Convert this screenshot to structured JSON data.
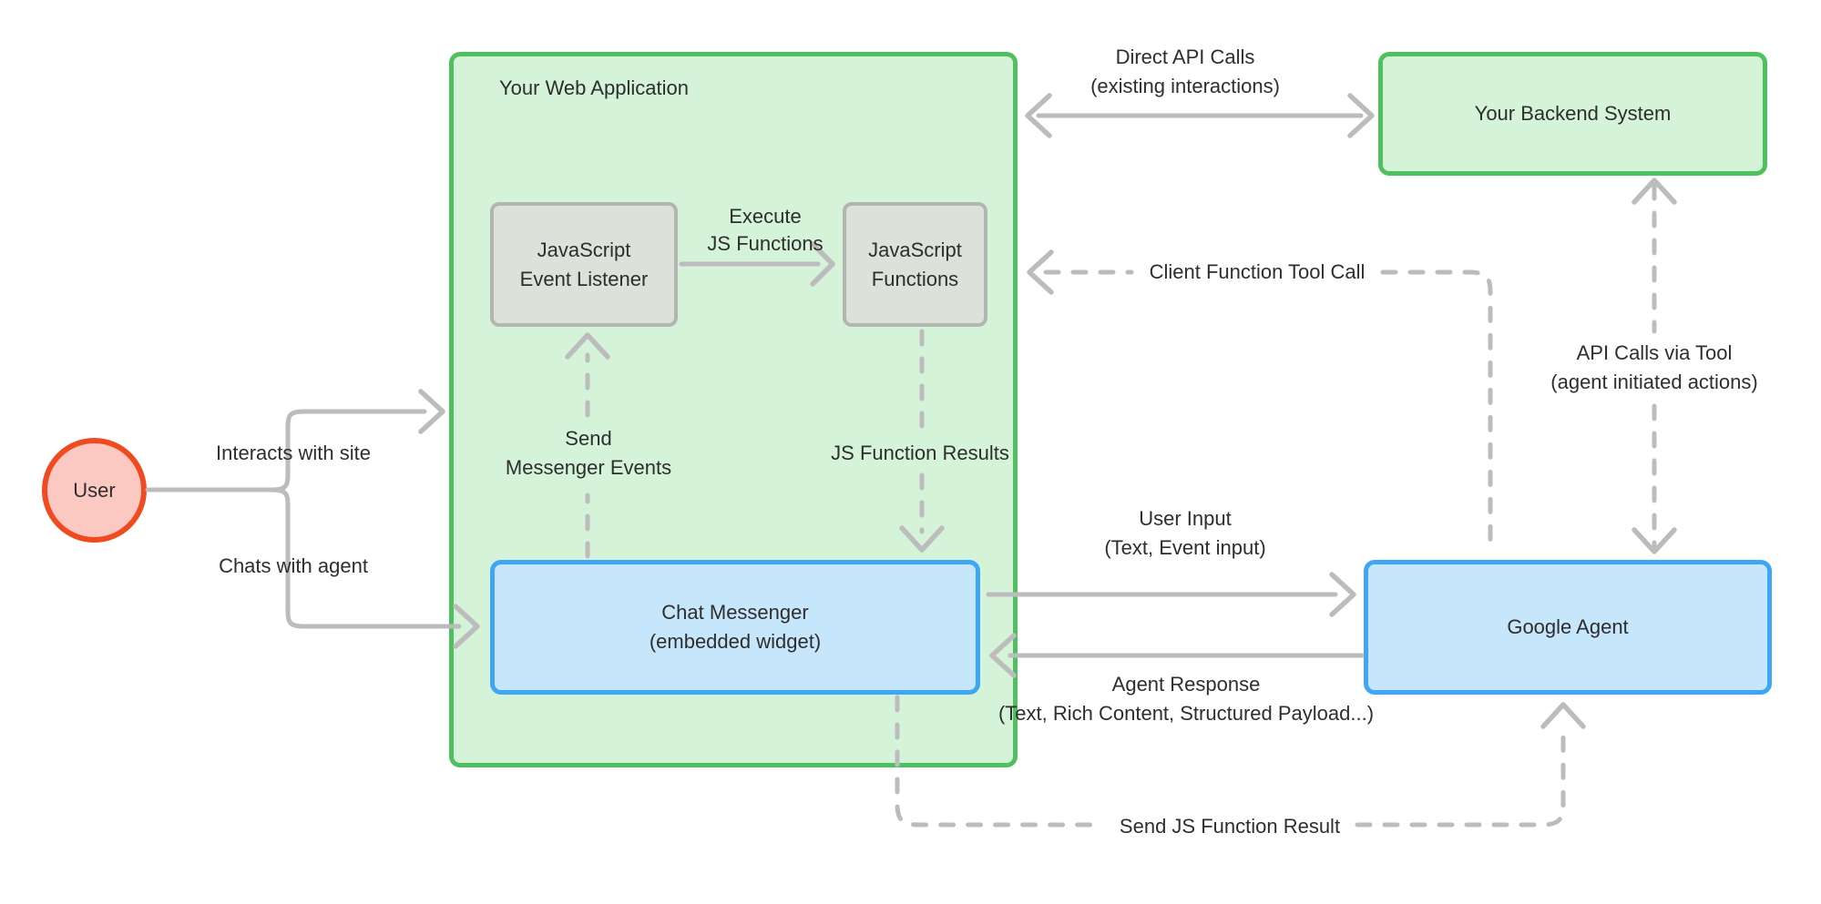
{
  "colors": {
    "green_border": "#4ec15e",
    "green_fill": "#d4f3d9",
    "gray_border": "#b2b6b0",
    "gray_fill": "#dce2d9",
    "blue_border": "#3fa6f6",
    "blue_fill": "#c6e6fc",
    "red_border": "#f04a21",
    "red_fill": "#fbc9c2",
    "arrow_gray": "#bcbcbc",
    "text": "#2e2e2e"
  },
  "nodes": {
    "user": {
      "label": "User"
    },
    "web_app": {
      "label": "Your Web Application"
    },
    "event_listener": {
      "lines": [
        "JavaScript",
        "Event Listener"
      ]
    },
    "js_functions": {
      "lines": [
        "JavaScript",
        "Functions"
      ]
    },
    "chat_messenger": {
      "lines": [
        "Chat Messenger",
        "(embedded widget)"
      ]
    },
    "backend": {
      "label": "Your Backend System"
    },
    "google_agent": {
      "label": "Google Agent"
    }
  },
  "edges": {
    "interacts_with_site": {
      "label": "Interacts with site",
      "from": "user",
      "to": "web_app",
      "style": "solid"
    },
    "chats_with_agent": {
      "label": "Chats with agent",
      "from": "user",
      "to": "chat_messenger",
      "style": "solid"
    },
    "execute_js": {
      "lines": [
        "Execute",
        "JS Functions"
      ],
      "from": "event_listener",
      "to": "js_functions",
      "style": "solid"
    },
    "send_messenger_events": {
      "lines": [
        "Send",
        "Messenger Events"
      ],
      "from": "chat_messenger",
      "to": "event_listener",
      "style": "dashed"
    },
    "js_function_results": {
      "label": "JS Function Results",
      "from": "js_functions",
      "to": "chat_messenger",
      "style": "dashed"
    },
    "direct_api_calls": {
      "lines": [
        "Direct API Calls",
        "(existing interactions)"
      ],
      "from": "web_app",
      "to": "backend",
      "style": "solid",
      "bidirectional": true
    },
    "client_function_tool_call": {
      "label": "Client Function Tool Call",
      "from": "google_agent",
      "to": "js_functions",
      "style": "dashed"
    },
    "api_calls_via_tool": {
      "lines": [
        "API Calls via Tool",
        "(agent initiated actions)"
      ],
      "from": "google_agent",
      "to": "backend",
      "style": "dashed",
      "bidirectional": true
    },
    "user_input": {
      "lines": [
        "User Input",
        "(Text, Event input)"
      ],
      "from": "chat_messenger",
      "to": "google_agent",
      "style": "solid"
    },
    "agent_response": {
      "lines": [
        "Agent Response",
        "(Text, Rich Content, Structured Payload...)"
      ],
      "from": "google_agent",
      "to": "chat_messenger",
      "style": "solid"
    },
    "send_js_function_result": {
      "label": "Send JS Function Result",
      "from": "chat_messenger",
      "to": "google_agent",
      "style": "dashed"
    }
  }
}
